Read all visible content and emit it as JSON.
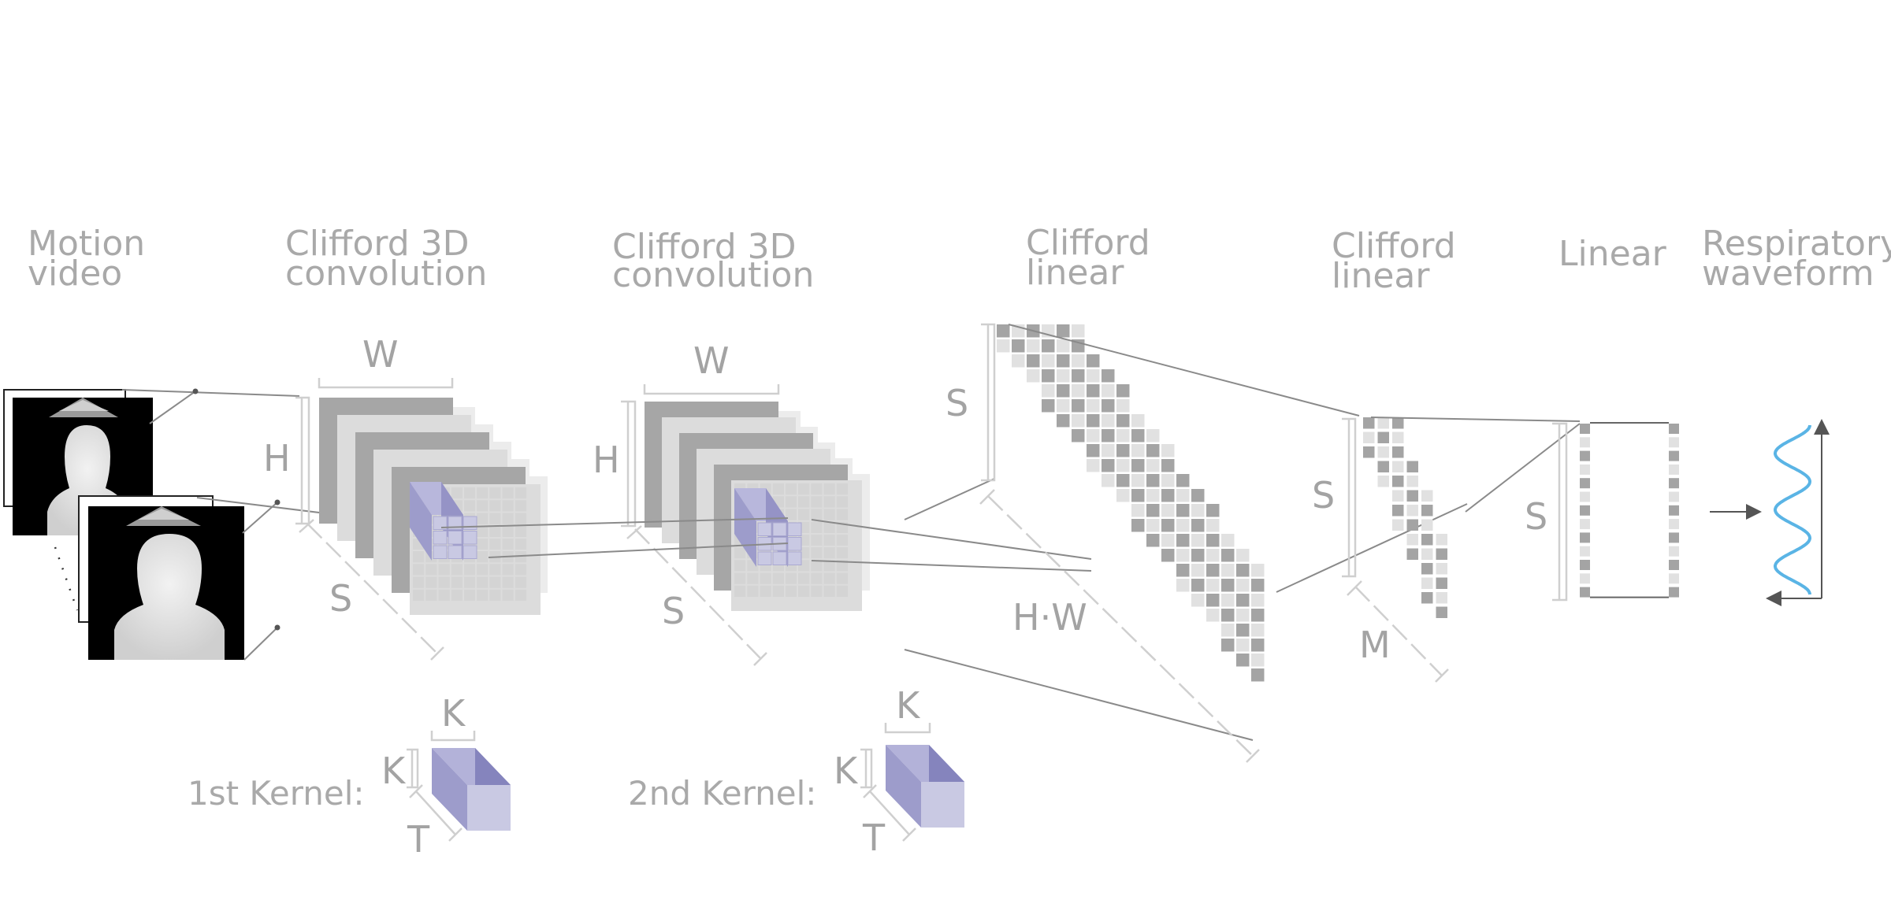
{
  "titles": {
    "motion_video": [
      "Motion",
      "video"
    ],
    "conv1": [
      "Clifford 3D",
      "convolution"
    ],
    "conv2": [
      "Clifford 3D",
      "convolution"
    ],
    "linear1": [
      "Clifford",
      "linear"
    ],
    "linear2": [
      "Clifford",
      "linear"
    ],
    "linear3": [
      "Linear"
    ],
    "waveform": [
      "Respiratory",
      "waveform"
    ]
  },
  "dims": {
    "conv1_w": "W",
    "conv1_h": "H",
    "conv1_s": "S",
    "conv2_w": "W",
    "conv2_h": "H",
    "conv2_s": "S",
    "lin1_s": "S",
    "lin1_hw": "H·W",
    "lin2_s": "S",
    "lin2_m": "M",
    "lin3_s": "S"
  },
  "kernels": {
    "first": {
      "label": "1st Kernel:",
      "k_top": "K",
      "k_side": "K",
      "t": "T"
    },
    "second": {
      "label": "2nd Kernel:",
      "k_top": "K",
      "k_side": "K",
      "t": "T"
    }
  },
  "colors": {
    "title_gray": "#a9a9a9",
    "dark_slab": "#a6a6a6",
    "light_slab": "#dcdcdc",
    "kernel_purple": "#9d9ccb",
    "kernel_light": "#c9c9e3",
    "wave_blue": "#5ab4e5",
    "dark_cell": "#a4a4a4",
    "light_cell": "#e1e1e1"
  }
}
